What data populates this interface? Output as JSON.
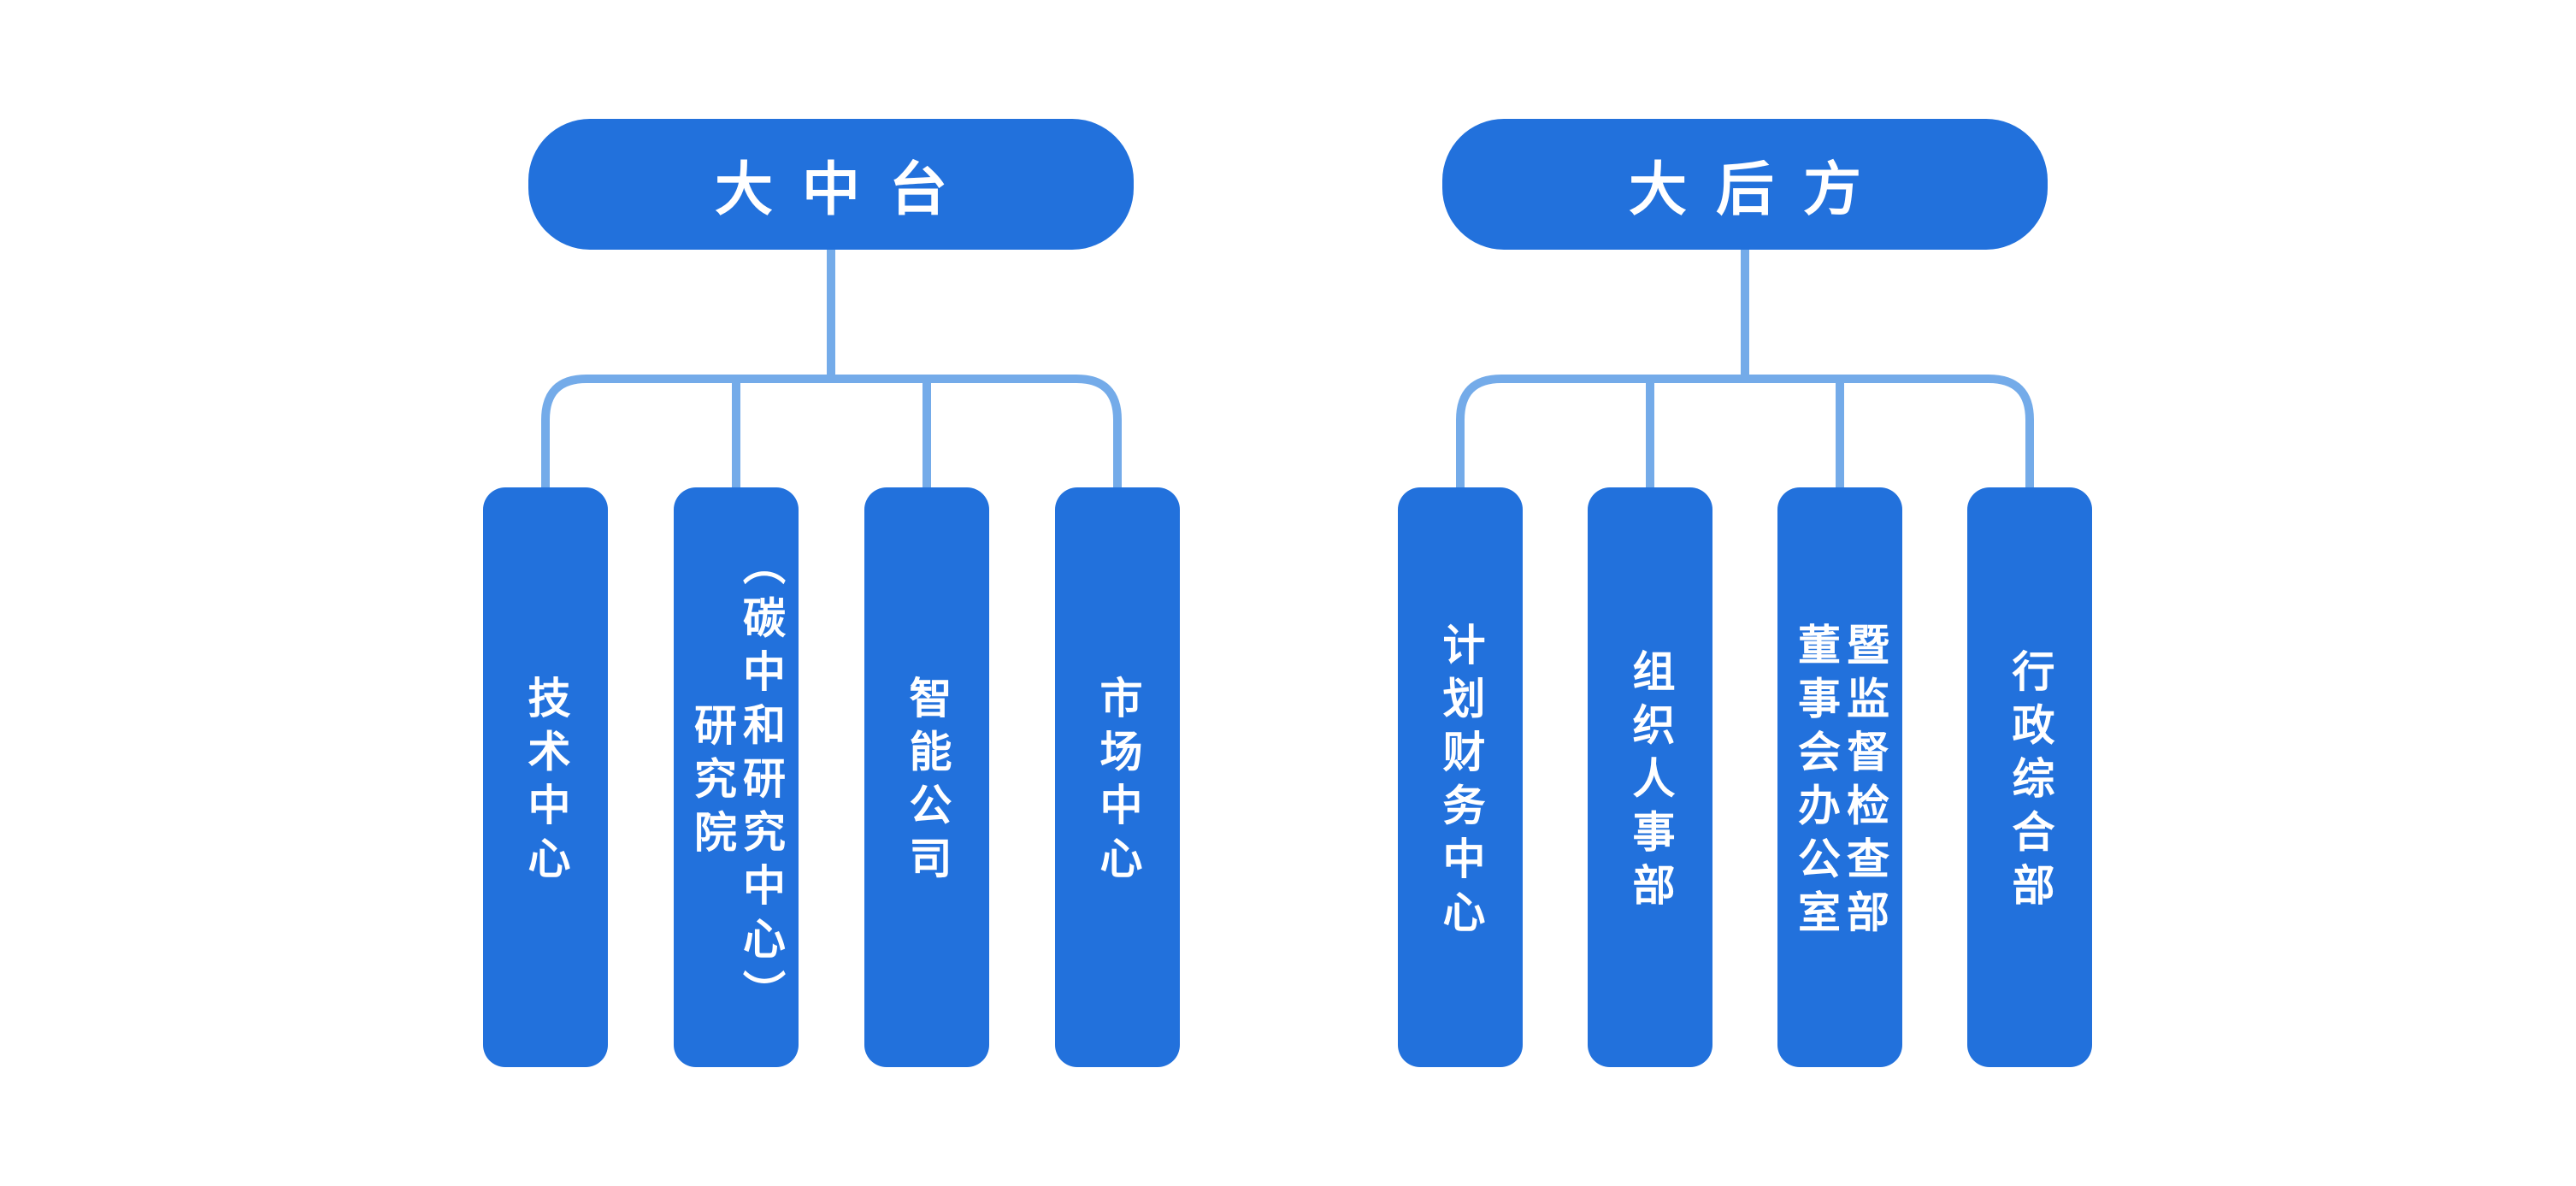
{
  "colors": {
    "node_fill": "#2271DC",
    "connector": "#74ABE9",
    "label_text": "#FFFFFF",
    "background": "#FFFFFF"
  },
  "tree": {
    "groups": [
      {
        "root": {
          "label": "大中台"
        },
        "children": [
          {
            "label": "技术中心"
          },
          {
            "label": "研究院\n（碳中和研究中心）"
          },
          {
            "label": "智能公司"
          },
          {
            "label": "市场中心"
          }
        ]
      },
      {
        "root": {
          "label": "大后方"
        },
        "children": [
          {
            "label": "计划财务中心"
          },
          {
            "label": "组织人事部"
          },
          {
            "label": "董事会办公室\n暨监督检查部"
          },
          {
            "label": "行政综合部"
          }
        ]
      }
    ]
  }
}
